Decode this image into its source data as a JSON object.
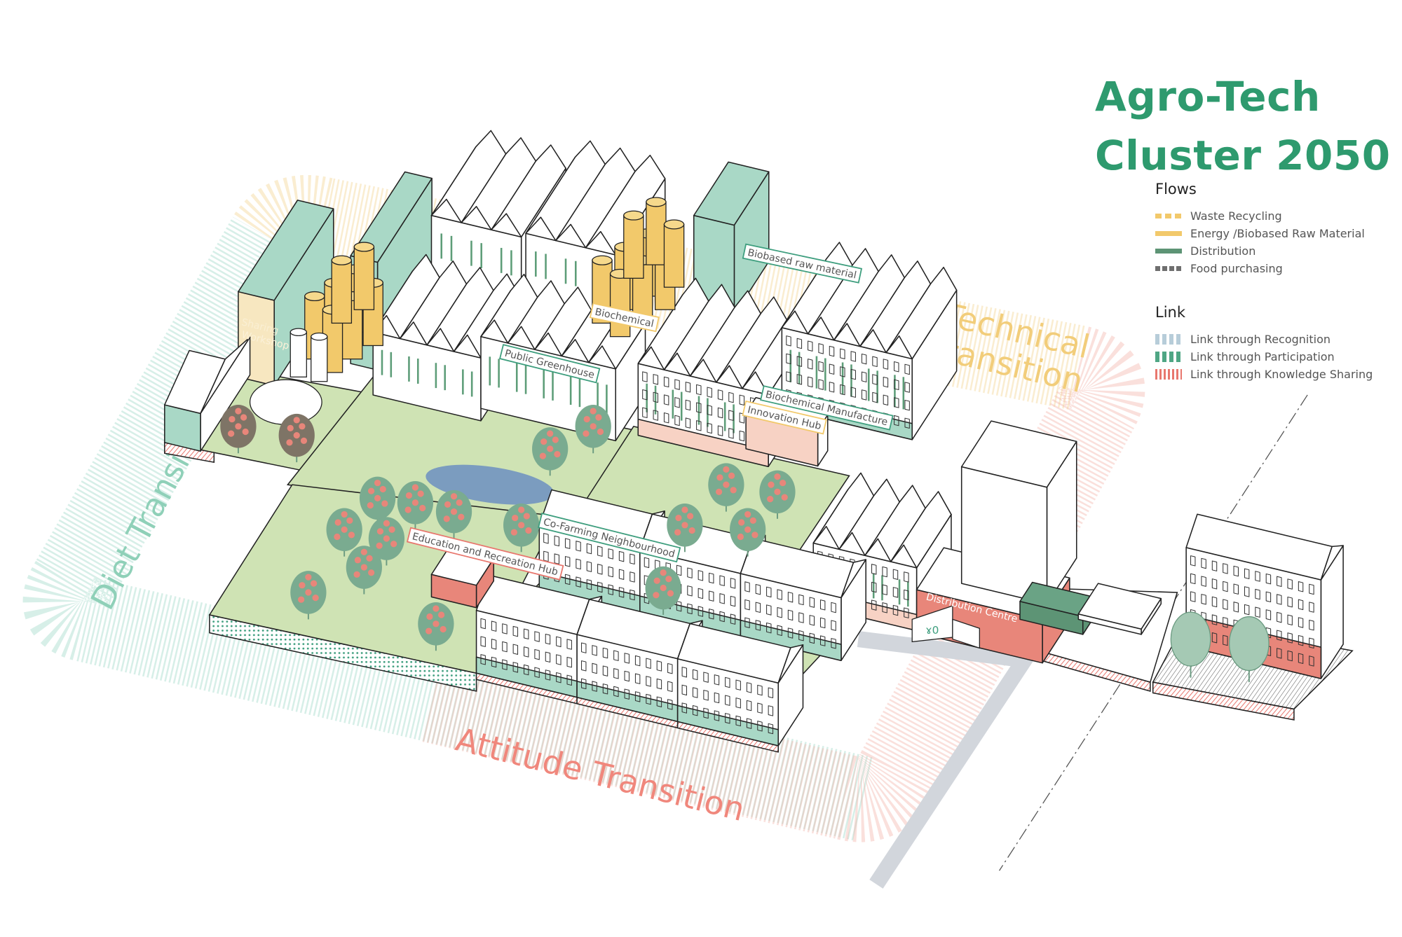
{
  "title": {
    "line1": "Agro-Tech",
    "line2": "Cluster 2050"
  },
  "legend": {
    "flows_heading": "Flows",
    "flows": [
      {
        "label": "Waste Recycling",
        "color": "#f2c96b",
        "style": "dashed"
      },
      {
        "label": "Energy /Biobased Raw Material",
        "color": "#f2c96b",
        "style": "solid"
      },
      {
        "label": "Distribution",
        "color": "#5d9475",
        "style": "solid"
      },
      {
        "label": "Food purchasing",
        "color": "#6f6f6f",
        "style": "dotted"
      }
    ],
    "link_heading": "Link",
    "links": [
      {
        "label": "Link through Recognition",
        "color": "#b7cdd9"
      },
      {
        "label": "Link through Participation",
        "color": "#4fa684"
      },
      {
        "label": "Link through Knowledge Sharing",
        "color": "#e8776e"
      }
    ]
  },
  "transitions": {
    "diet": "Diet Transition",
    "technical_1": "Technical",
    "technical_2": "Transition",
    "attitude": "Attitude Transition"
  },
  "labels": {
    "sharing_workshop_1": "Sharing",
    "sharing_workshop_2": "Workshop",
    "biochemical": "Biochemical",
    "biobased_raw_material": "Biobased raw material",
    "public_greenhouse": "Public Greenhouse",
    "biochemical_manufacture": "Biochemical Manufacture",
    "innovation_hub": "Innovation Hub",
    "co_farming_neighbourhood": "Co-Farming Neighbourhood",
    "education_recreation_hub": "Education and Recreation Hub",
    "distribution_centre": "Distribution Centre"
  },
  "colors": {
    "accent": "#2e9a6e",
    "ground": "#cfe3b4",
    "teal": "#a9d8c6",
    "yellow": "#f2c96b",
    "red": "#e8867a",
    "pink": "#f7d2c4",
    "pond": "#7b9cbf",
    "tree": "#7aab90"
  }
}
